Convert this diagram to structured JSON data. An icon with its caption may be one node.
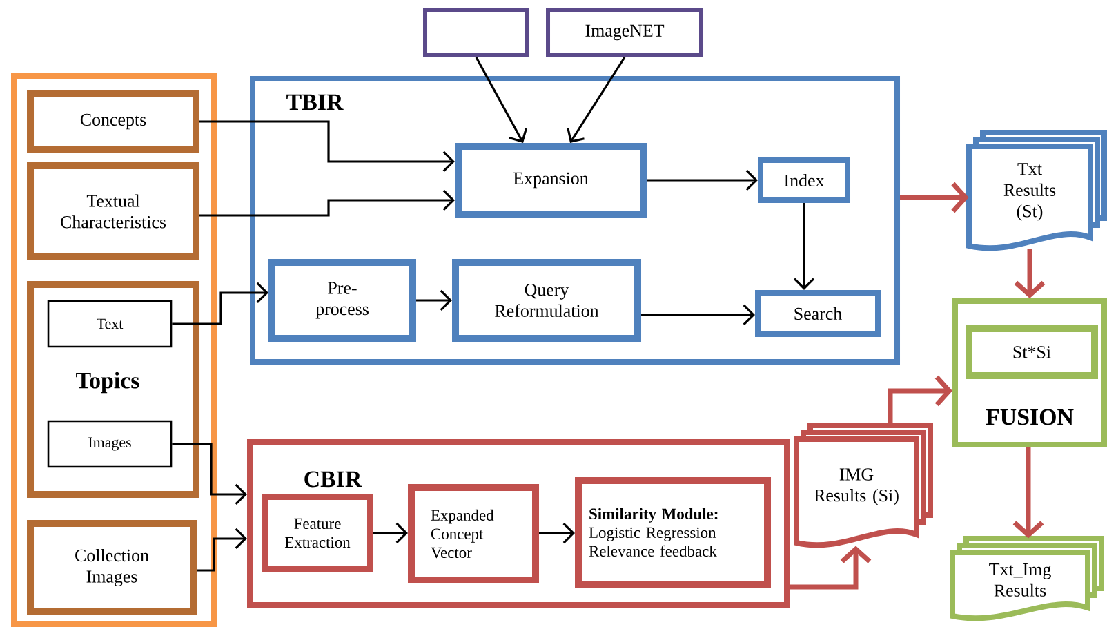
{
  "diagram": {
    "nodes": [
      {
        "text": [],
        "shape": "box"
      },
      {
        "text": [
          "Concepts"
        ],
        "in": 0
      },
      {
        "text": [
          "Textual Characteristics"
        ],
        "in": 0
      },
      {
        "text": [
          "Topics"
        ],
        "in": 0
      },
      {
        "text": [
          "Text"
        ],
        "in": 3
      },
      {
        "text": [
          "Images"
        ],
        "in": 3
      },
      {
        "text": [
          "Collection Images"
        ],
        "in": 0
      },
      {
        "text": [
          "TBIR"
        ]
      },
      {
        "text": [],
        "shape": "box"
      },
      {
        "text": [
          "ImageNET"
        ]
      },
      {
        "text": [
          "Expansion"
        ],
        "in": 7
      },
      {
        "text": [
          "Index"
        ],
        "in": 7
      },
      {
        "text": [
          "Pre- process"
        ],
        "in": 7
      },
      {
        "text": [
          "Query Reformulation"
        ],
        "in": 7
      },
      {
        "text": [
          "Search"
        ],
        "in": 7
      },
      {
        "text": [
          "Txt Results (St)"
        ]
      },
      {
        "text": [
          "FUSION"
        ]
      },
      {
        "text": [
          "St*Si"
        ],
        "in": 16
      },
      {
        "text": [
          "CBIR"
        ]
      },
      {
        "text": [
          "Feature Extraction"
        ],
        "in": 18
      },
      {
        "text": [
          "Expanded Concept Vector"
        ],
        "in": 18
      },
      {
        "text": [
          "**Similarity Module:** Logistic Regression Relevance feedback"
        ],
        "in": 18
      },
      {
        "text": [
          "IMG Results (Si)"
        ]
      },
      {
        "text": [
          "Txt_Img Results"
        ]
      }
    ],
    "edges": [
      {
        "from": 1,
        "to": 10,
        "arrow": "to"
      },
      {
        "from": 2,
        "to": 10,
        "arrow": "to"
      },
      {
        "from": 8,
        "to": 10,
        "arrow": "to"
      },
      {
        "from": 9,
        "to": 10,
        "arrow": "to"
      },
      {
        "from": 4,
        "to": 12,
        "arrow": "to"
      },
      {
        "from": 10,
        "to": 11,
        "arrow": "to"
      },
      {
        "from": 12,
        "to": 13,
        "arrow": "to"
      },
      {
        "from": 13,
        "to": 14,
        "arrow": "to"
      },
      {
        "from": 11,
        "to": 14,
        "arrow": "to"
      },
      {
        "from": 7,
        "to": 15,
        "arrow": "to",
        "style": "thick",
        "color": "#c0504d"
      },
      {
        "from": 15,
        "to": 16,
        "arrow": "to",
        "style": "thick",
        "color": "#c0504d"
      },
      {
        "from": 5,
        "to": 18,
        "arrow": "to"
      },
      {
        "from": 6,
        "to": 18,
        "arrow": "to"
      },
      {
        "from": 19,
        "to": 20,
        "arrow": "to"
      },
      {
        "from": 20,
        "to": 21,
        "arrow": "to"
      },
      {
        "from": 18,
        "to": 22,
        "arrow": "to",
        "style": "thick",
        "color": "#c0504d"
      },
      {
        "from": 22,
        "to": 16,
        "arrow": "to",
        "style": "thick",
        "color": "#c0504d"
      },
      {
        "from": 16,
        "to": 23,
        "arrow": "to",
        "style": "thick",
        "color": "#c0504d"
      }
    ]
  }
}
